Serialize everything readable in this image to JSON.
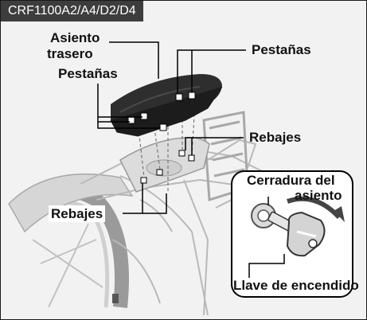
{
  "model_tag": "CRF1100A2/A4/D2/D4",
  "labels": {
    "rear_seat_line1": "Asiento",
    "rear_seat_line2": "trasero",
    "tabs_left": "Pestañas",
    "tabs_right": "Pestañas",
    "recesses_right": "Rebajes",
    "recesses_left": "Rebajes",
    "seat_lock_line1": "Cerradura del",
    "seat_lock_line2": "asiento",
    "ignition_key": "Llave de encendido"
  },
  "colors": {
    "tag_background": "#3d3d3d",
    "panel_background": "#f2f2f2",
    "seat": "#2e2e2e",
    "frame_lines": "#b9b9b9",
    "leader_lines": "#000000"
  }
}
